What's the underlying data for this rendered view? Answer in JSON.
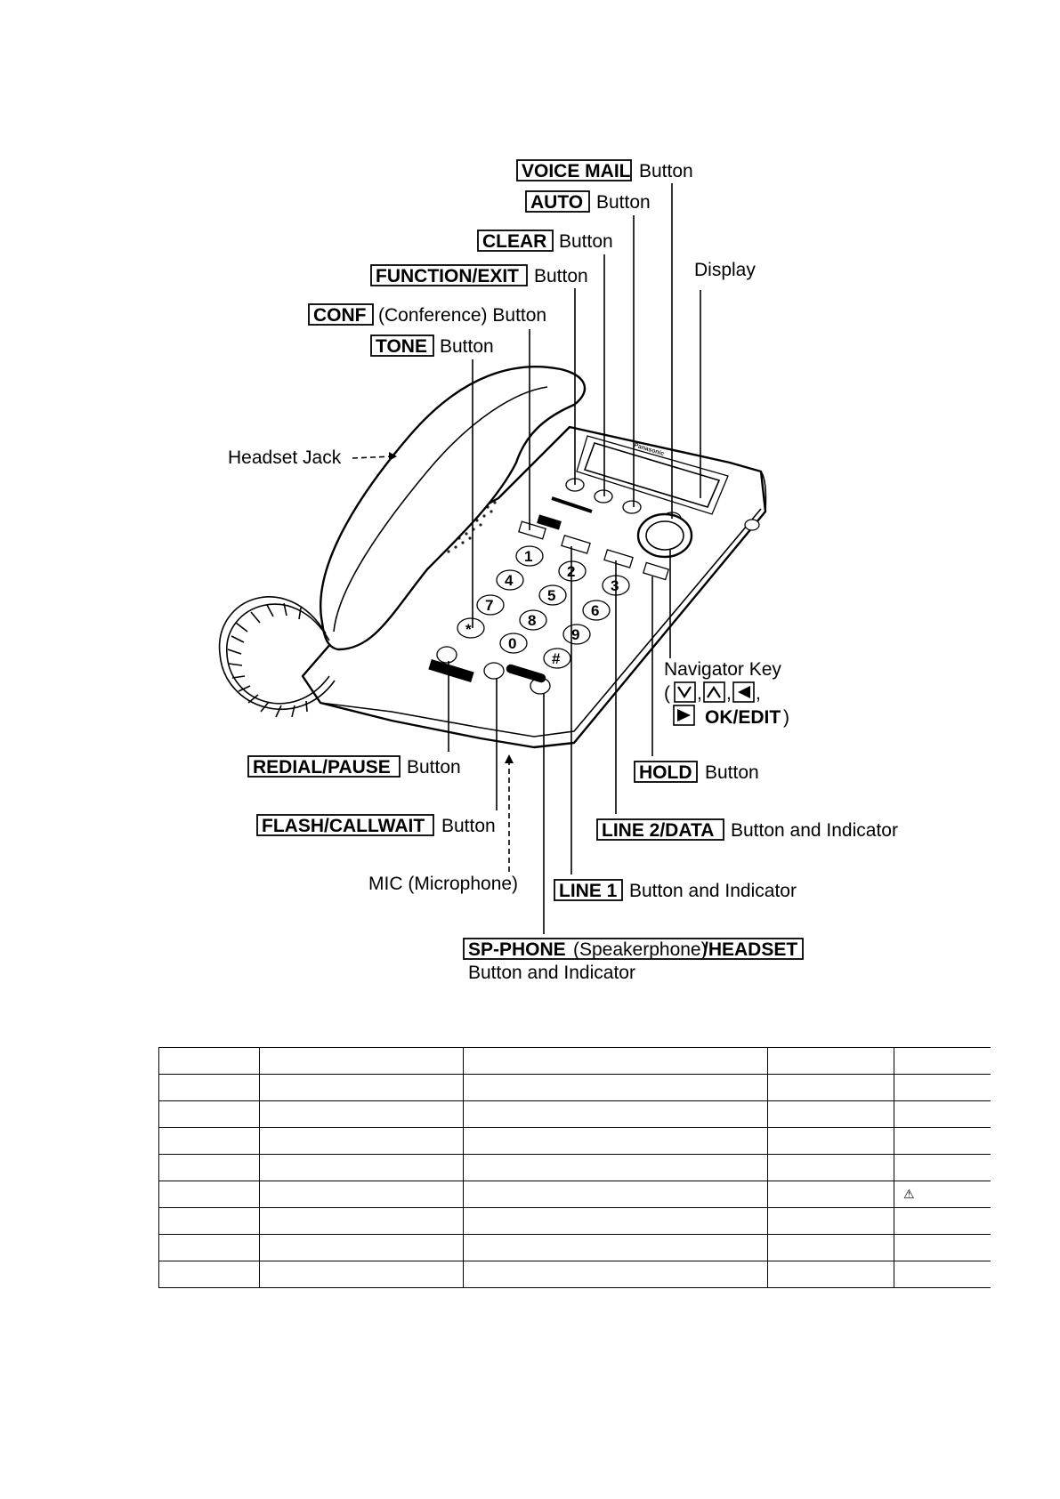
{
  "labels": {
    "voice_mail": {
      "key": "VOICE MAIL",
      "suffix": "Button"
    },
    "auto": {
      "key": "AUTO",
      "suffix": "Button"
    },
    "clear": {
      "key": "CLEAR",
      "suffix": "Button"
    },
    "function_exit": {
      "key": "FUNCTION/EXIT",
      "suffix": "Button"
    },
    "display": {
      "text": "Display"
    },
    "conf": {
      "key": "CONF",
      "suffix": "(Conference) Button"
    },
    "tone": {
      "key": "TONE",
      "suffix": "Button"
    },
    "headset_jack": {
      "text": "Headset Jack"
    },
    "navigator": {
      "line1": "Navigator Key",
      "open_paren": "(",
      "sep1": ",",
      "sep2": ",",
      "sep3": ",",
      "ok_edit": "OK/EDIT",
      "close_paren": ")"
    },
    "redial_pause": {
      "key": "REDIAL/PAUSE",
      "suffix": "Button"
    },
    "hold": {
      "key": "HOLD",
      "suffix": "Button"
    },
    "flash_callwait": {
      "key": "FLASH/CALLWAIT",
      "suffix": "Button"
    },
    "line2_data": {
      "key": "LINE 2/DATA",
      "suffix": "Button and Indicator"
    },
    "mic": {
      "text": "MIC (Microphone)"
    },
    "line1": {
      "key": "LINE 1",
      "suffix": "Button and Indicator"
    },
    "sp_phone": {
      "key_a": "SP-PHONE",
      "key_b": "(Speakerphone)",
      "key_c": "/HEADSET",
      "line2": "Button and Indicator"
    }
  },
  "phone": {
    "brand": "Panasonic",
    "keypad": [
      "1",
      "2",
      "3",
      "4",
      "5",
      "6",
      "7",
      "8",
      "9",
      "*",
      "0",
      "#"
    ]
  },
  "table": {
    "rows": [
      [
        "",
        "",
        "",
        "",
        ""
      ],
      [
        "",
        "",
        "",
        "",
        ""
      ],
      [
        "",
        "",
        "",
        "",
        ""
      ],
      [
        "",
        "",
        "",
        "",
        ""
      ],
      [
        "",
        "",
        "",
        "",
        ""
      ],
      [
        "",
        "",
        "",
        "",
        "⚠"
      ],
      [
        "",
        "",
        "",
        "",
        ""
      ],
      [
        "",
        "",
        "",
        "",
        ""
      ],
      [
        "",
        "",
        "",
        "",
        ""
      ]
    ]
  }
}
